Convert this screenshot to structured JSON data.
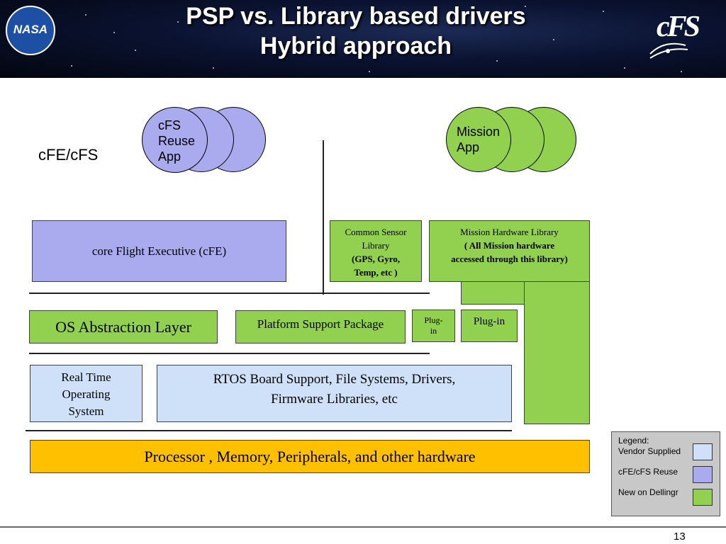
{
  "header": {
    "title_line1": "PSP vs. Library based drivers",
    "title_line2": "Hybrid approach",
    "nasa_logo_text": "NASA",
    "cfs_logo_text": "cFS"
  },
  "diagram": {
    "cfe_cfs_label": "cFE/cFS",
    "cfs_reuse_app": "cFS Reuse App",
    "mission_app": "Mission App",
    "core_flight_executive": "core Flight Executive (cFE)",
    "common_sensor_library": {
      "line1": "Common Sensor",
      "line2": "Library",
      "line3": "(GPS, Gyro,",
      "line4": "Temp, etc )"
    },
    "mission_hardware_library": {
      "line1": "Mission Hardware Library",
      "line2": "( All Mission hardware",
      "line3": "accessed through this library)"
    },
    "os_abstraction_layer": "OS Abstraction Layer",
    "platform_support_package": "Platform Support Package",
    "plug_in_small": {
      "line1": "Plug-",
      "line2": "in"
    },
    "plug_in": "Plug-in",
    "real_time_os": {
      "line1": "Real Time",
      "line2": "Operating",
      "line3": "System"
    },
    "rtos_bsp": {
      "line1": "RTOS Board Support, File Systems, Drivers,",
      "line2": "Firmware Libraries, etc"
    },
    "hardware": "Processor , Memory, Peripherals, and other hardware"
  },
  "legend": {
    "title": "Legend:",
    "items": [
      {
        "label": "Vendor Supplied",
        "color": "#cfe1f8"
      },
      {
        "label": "cFE/cFS Reuse",
        "color": "#aaaaee"
      },
      {
        "label": "New on Dellingr",
        "color": "#92d050"
      }
    ]
  },
  "colors": {
    "vendor": "#cfe1f8",
    "reuse": "#aaaaee",
    "new": "#92d050",
    "hardware": "#ffc000"
  },
  "footer": {
    "page_number": "13"
  }
}
